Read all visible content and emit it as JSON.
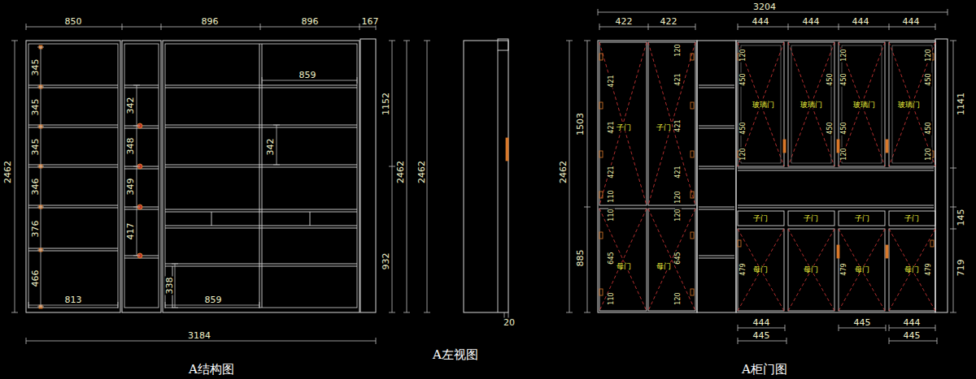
{
  "diagram": {
    "labels": [
      "850",
      "896",
      "896",
      "167",
      "2462",
      "345",
      "345",
      "345",
      "346",
      "376",
      "466",
      "342",
      "348",
      "349",
      "417",
      "859",
      "342",
      "338",
      "813",
      "859",
      "1152",
      "932",
      "2462",
      "2462",
      "3184",
      "A结构图",
      "A左视图",
      "20",
      "3204",
      "422",
      "422",
      "444",
      "444",
      "444",
      "444",
      "1503",
      "2462",
      "885",
      "1141",
      "145",
      "719",
      "421",
      "421",
      "421",
      "110",
      "120",
      "421",
      "421",
      "421",
      "120",
      "子门",
      "子门",
      "110",
      "645",
      "110",
      "120",
      "645",
      "120",
      "母门",
      "母门",
      "120",
      "450",
      "450",
      "120",
      "玻璃门",
      "玻璃门",
      "450",
      "450",
      "120",
      "450",
      "450",
      "120",
      "玻璃门",
      "玻璃门",
      "120",
      "450",
      "450",
      "120",
      "子门",
      "子门",
      "子门",
      "子门",
      "母门",
      "母门",
      "母门",
      "母门",
      "479",
      "479",
      "479",
      "444",
      "445",
      "444",
      "445",
      "445",
      "A柜门图"
    ]
  }
}
